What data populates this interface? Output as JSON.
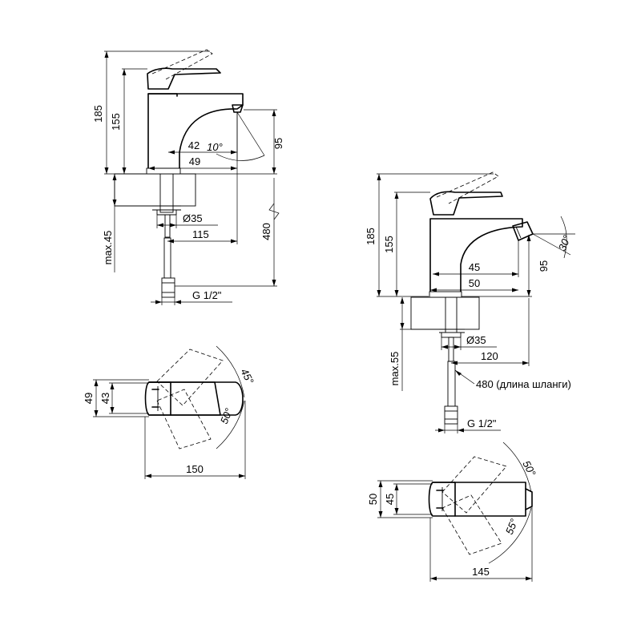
{
  "colors": {
    "line": "#000000",
    "background": "#ffffff"
  },
  "faucet": {
    "side": {
      "height_total": "185",
      "height_body": "155",
      "spout_drop": "95",
      "dim_42": "42",
      "dim_49": "49",
      "angle": "10°",
      "dia": "Ø35",
      "reach": "115",
      "hose_len": "480",
      "max_depth": "max.45",
      "thread": "G 1/2\""
    },
    "top": {
      "width_49": "49",
      "width_43": "43",
      "angle_45": "45°",
      "angle_50": "50°",
      "length": "150"
    }
  },
  "bidet": {
    "side": {
      "height_total": "185",
      "height_body": "155",
      "spout_drop": "95",
      "angle": "30°",
      "dim_45": "45",
      "dim_50": "50",
      "dia": "Ø35",
      "reach": "120",
      "max_depth": "max.55",
      "hose_note": "480 (длина шланги)",
      "thread": "G 1/2\""
    },
    "top": {
      "width_50": "50",
      "width_45": "45",
      "angle_50": "50°",
      "angle_55": "55°",
      "length": "145"
    }
  }
}
